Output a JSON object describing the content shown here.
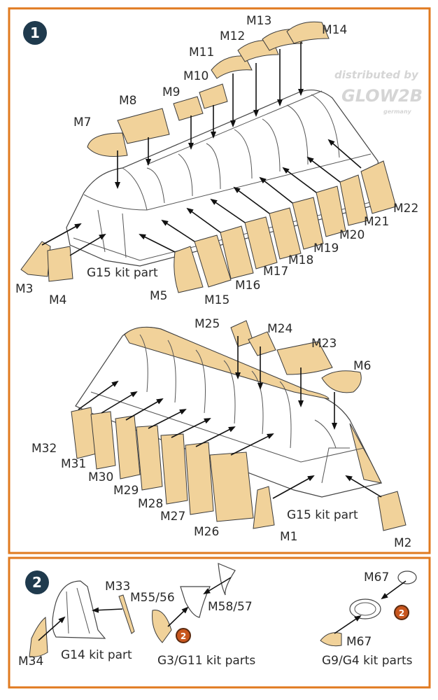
{
  "colors": {
    "border": "#E07A1F",
    "mask": "#F1D29A",
    "step_badge": "#1F3A4D",
    "kit_icon": "#C8561E"
  },
  "steps": [
    {
      "number": "1"
    },
    {
      "number": "2"
    }
  ],
  "step1": {
    "upper": {
      "labels": [
        "M13",
        "M14",
        "M12",
        "M11",
        "M10",
        "M9",
        "M8",
        "M7",
        "M22",
        "M21",
        "M20",
        "M19",
        "M18",
        "M17",
        "M16",
        "M15",
        "M5",
        "M4",
        "M3"
      ],
      "kit_part": "G15 kit part"
    },
    "lower": {
      "labels": [
        "M25",
        "M24",
        "M23",
        "M6",
        "M32",
        "M31",
        "M30",
        "M29",
        "M28",
        "M27",
        "M26",
        "M1",
        "M2"
      ],
      "kit_part": "G15 kit part"
    }
  },
  "step2": {
    "group1": {
      "labels": [
        "M33",
        "M34"
      ],
      "kit_part": "G14 kit part"
    },
    "group2": {
      "labels": [
        "M55/56",
        "M58/57"
      ],
      "kit_part": "G3/G11 kit parts",
      "icon_number": "2"
    },
    "group3": {
      "labels": [
        "M67",
        "M67"
      ],
      "kit_part": "G9/G4 kit parts",
      "icon_number": "2"
    }
  },
  "watermark": {
    "line1": "distributed by",
    "line2": "GLOW2B",
    "line3": "germany"
  }
}
